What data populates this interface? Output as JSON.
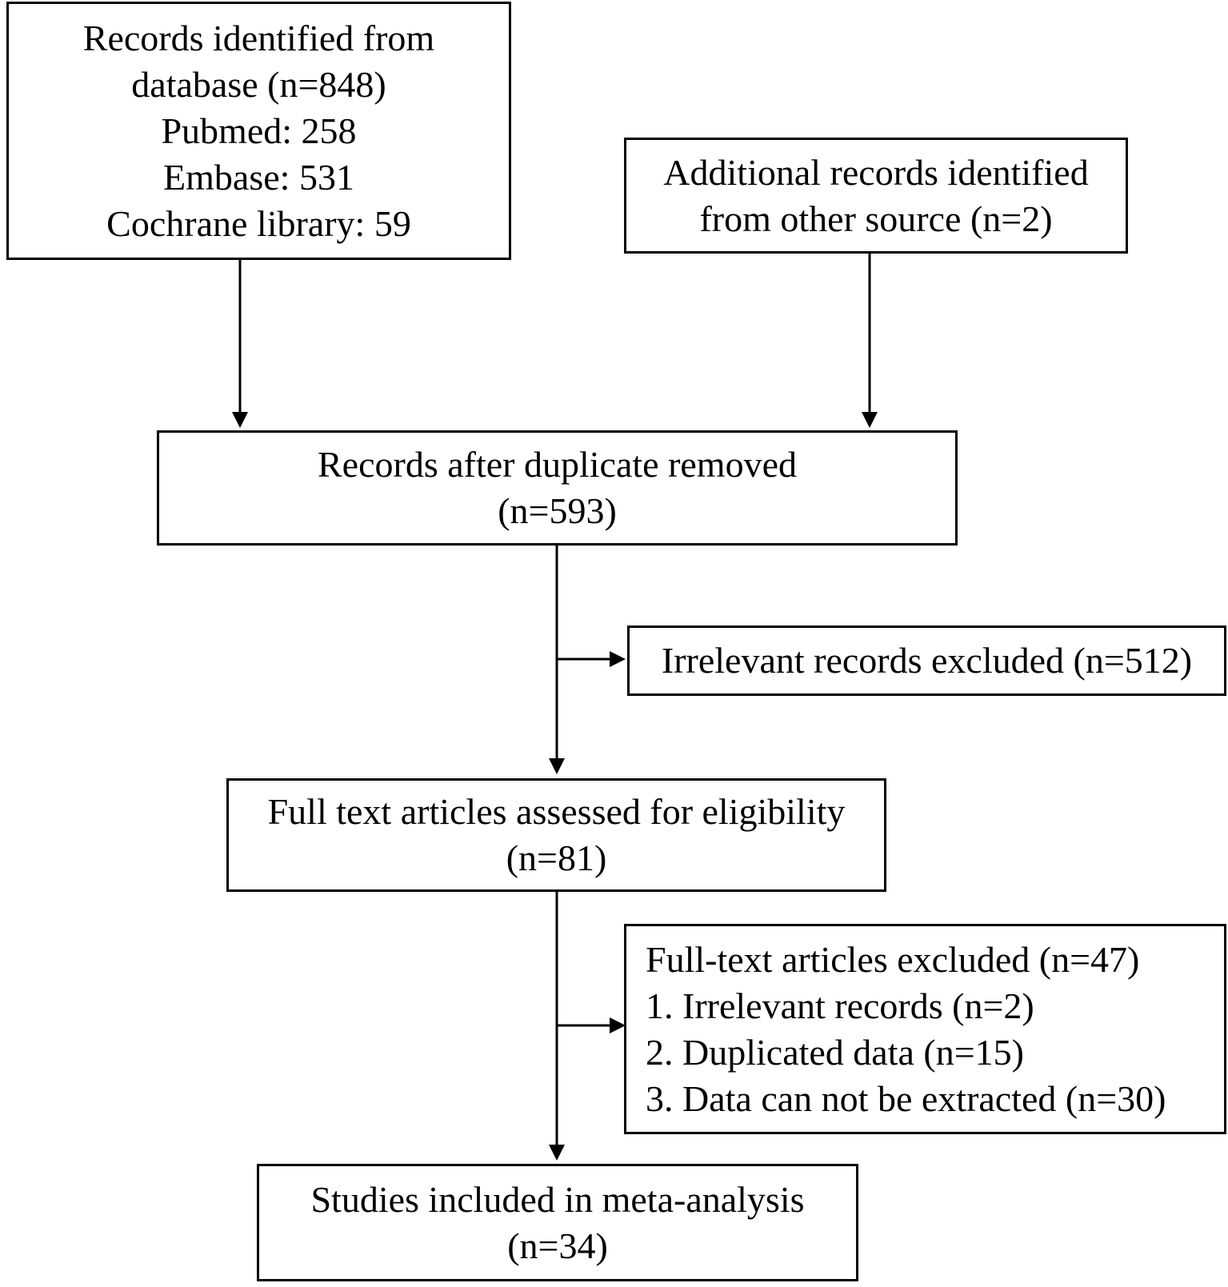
{
  "boxes": {
    "database": {
      "lines": [
        "Records identified from",
        "database (n=848)",
        "Pubmed: 258",
        "Embase: 531",
        "Cochrane library: 59"
      ]
    },
    "other_source": {
      "lines": [
        "Additional records identified",
        "from other source (n=2)"
      ]
    },
    "after_duplicates": {
      "lines": [
        "Records after duplicate removed",
        "(n=593)"
      ]
    },
    "irrelevant_excluded": {
      "lines": [
        "Irrelevant records excluded (n=512)"
      ]
    },
    "full_text_assessed": {
      "lines": [
        "Full text articles assessed for eligibility",
        "(n=81)"
      ]
    },
    "full_text_excluded": {
      "lines": [
        "Full-text articles excluded (n=47)",
        "1. Irrelevant records (n=2)",
        "2. Duplicated data (n=15)",
        "3. Data can not be extracted (n=30)"
      ]
    },
    "included": {
      "lines": [
        "Studies included in meta-analysis",
        "(n=34)"
      ]
    }
  },
  "colors": {
    "stroke": "#000000",
    "background": "#ffffff"
  }
}
